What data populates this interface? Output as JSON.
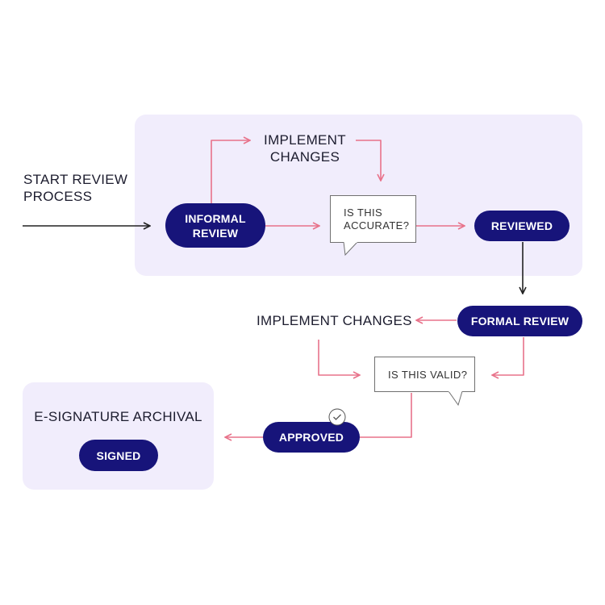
{
  "flow": {
    "start_label": "START REVIEW\nPROCESS",
    "informal_review": "INFORMAL\nREVIEW",
    "implement_changes_top": "IMPLEMENT\nCHANGES",
    "accuracy_question": "IS THIS\nACCURATE?",
    "reviewed": "REVIEWED",
    "formal_review": "FORMAL REVIEW",
    "implement_changes_mid": "IMPLEMENT CHANGES",
    "validity_question": "IS THIS VALID?",
    "approved": "APPROVED",
    "archival_title": "E-SIGNATURE ARCHIVAL",
    "signed": "SIGNED"
  },
  "colors": {
    "pill": "#17147a",
    "panel": "#f1edfc",
    "arrow": "#e8728a",
    "arrow_dark": "#222222"
  },
  "icons": [
    "check-circle-icon"
  ]
}
